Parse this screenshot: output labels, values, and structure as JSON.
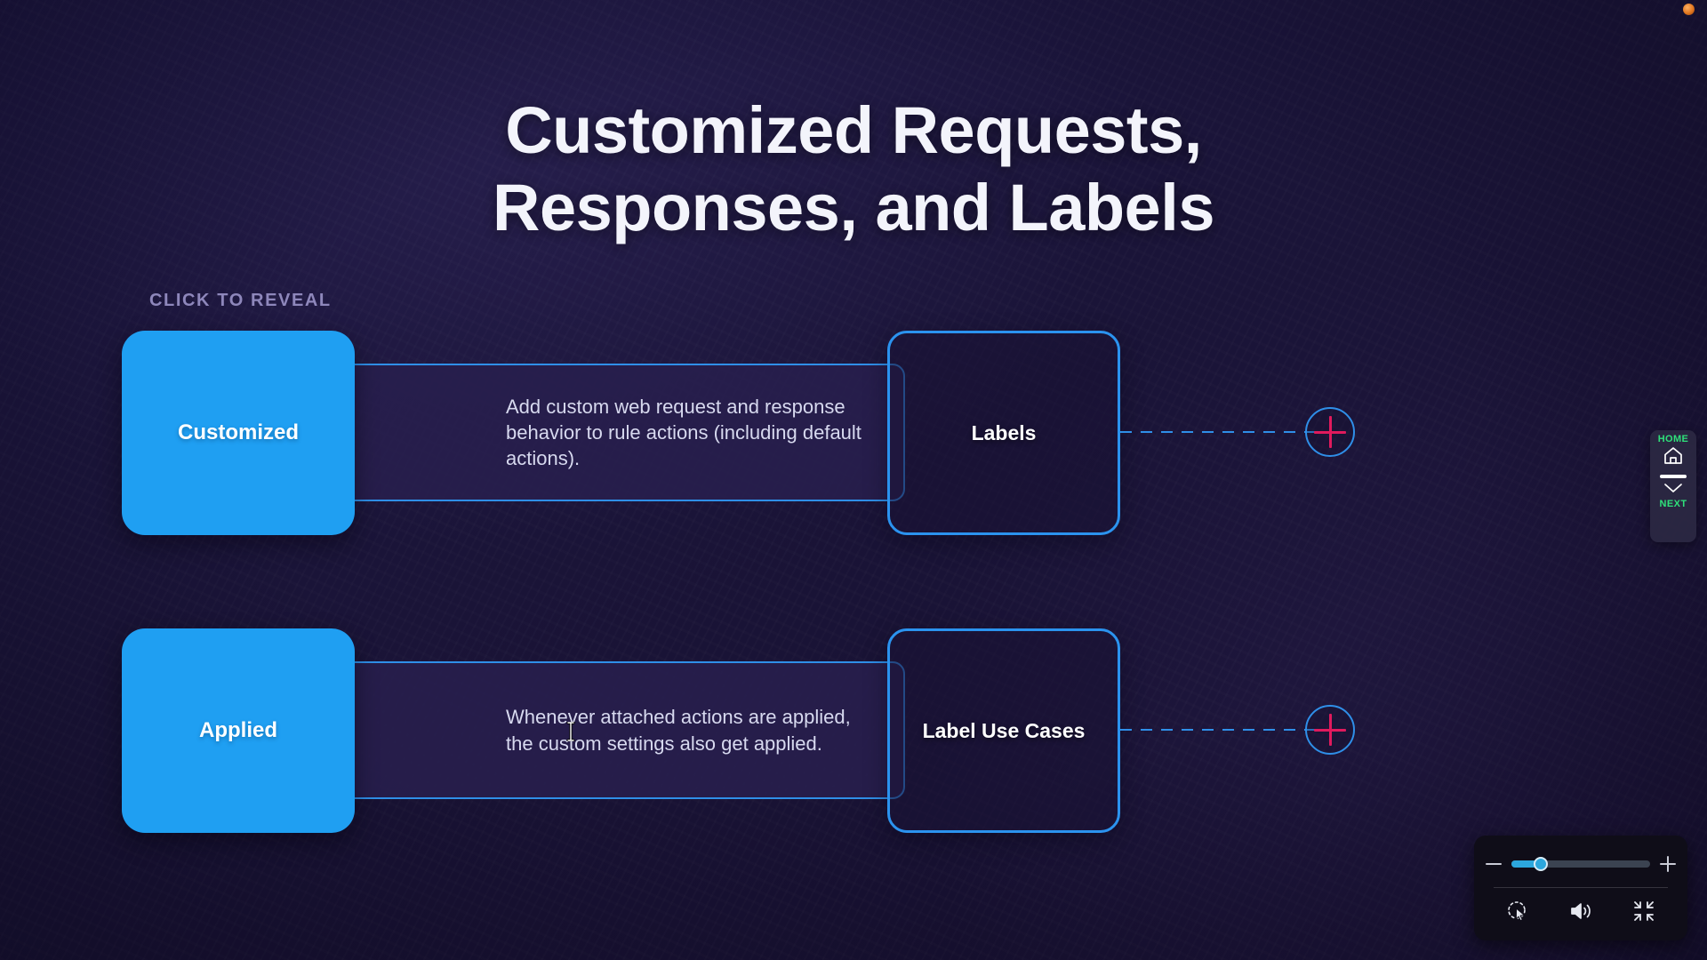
{
  "slide": {
    "title_lines": [
      "Customized Requests,",
      "Responses, and Labels"
    ],
    "hint_label": "CLICK TO REVEAL"
  },
  "reveal_rows": [
    {
      "tile_label": "Customized",
      "description": "Add custom web request and response behavior to rule actions (including default actions).",
      "tile_color": "#1f9ff2"
    },
    {
      "tile_label": "Applied",
      "description": "Whenever attached actions are applied, the custom settings also get applied.",
      "tile_color": "#1f9ff2"
    }
  ],
  "concept_cards": [
    {
      "label": "Labels",
      "connector": "dashed-line",
      "expand_icon": "plus-icon",
      "border_color": "#2b93ef",
      "plus_color": "#e01a5d"
    },
    {
      "label": "Label Use Cases",
      "connector": "dashed-line",
      "expand_icon": "plus-icon",
      "border_color": "#2b93ef",
      "plus_color": "#e01a5d"
    }
  ],
  "nav_widget": {
    "home_label": "HOME",
    "home_icon": "home-icon",
    "next_label": "NEXT",
    "next_icon": "chevron-down-icon",
    "accent_color": "#2fe07a"
  },
  "control_bar": {
    "zoom_out_icon": "minus-icon",
    "zoom_in_icon": "plus-icon",
    "zoom_value_percent": 21,
    "tools": [
      {
        "name": "pointer-tool",
        "icon": "cursor-dashed-circle-icon"
      },
      {
        "name": "volume-tool",
        "icon": "speaker-icon"
      },
      {
        "name": "fullscreen-tool",
        "icon": "collapse-arrows-icon"
      }
    ],
    "slider_fill_color": "#2ca7dd"
  },
  "overlay": {
    "recording_indicator": "rec-dot",
    "pointer": "text-ibeam-cursor"
  }
}
